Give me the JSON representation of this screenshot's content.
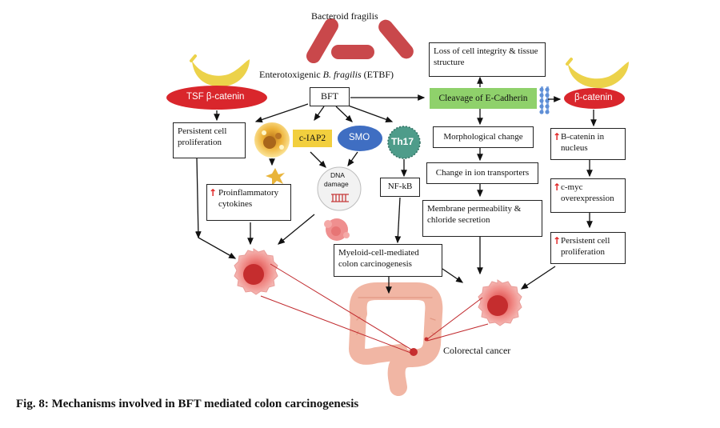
{
  "title": "Bacteroid fragilis",
  "etbf_prefix": "Enterotoxigenic ",
  "etbf_italic": "B. fragilis",
  "etbf_suffix": " (ETBF)",
  "bft": "BFT",
  "tsf_beta_catenin": "TSF β-catenin",
  "beta_catenin": "β-catenin",
  "persistent_left": "Persistent cell proliferation",
  "ciap2": "c-IAP2",
  "smo": "SMO",
  "th17": "Th17",
  "dna_damage_line1": "DNA",
  "dna_damage_line2": "damage",
  "proinflammatory": "Proinflammatory cytokines",
  "nfkb": "NF-kB",
  "myeloid": "Myeloid-cell-mediated colon carcinogenesis",
  "loss_integrity": "Loss of cell integrity & tissue structure",
  "ecadherin": "Cleavage of E-Cadherin",
  "morph_change": "Morphological change",
  "ion_transport": "Change in ion transporters",
  "membrane": "Membrane permeability & chloride secretion",
  "bcatenin_nucleus": "B-catenin in nucleus",
  "cmyc": "c-myc overexpression",
  "persistent_right": "Persistent cell proliferation",
  "colorectal": "Colorectal cancer",
  "caption": "Fig. 8: Mechanisms involved in BFT mediated colon carcinogenesis",
  "colors": {
    "bacteria": "#c9484b",
    "oval_red": "#d9262c",
    "ecadherin_green": "#8fd16b",
    "ciap2_yellow": "#f2cf3e",
    "smo_blue": "#3f6ec2",
    "th17_teal": "#4e9c8a",
    "banana": "#ecd24a",
    "colon": "#f1b6a4",
    "tumor": "#e24a48"
  }
}
